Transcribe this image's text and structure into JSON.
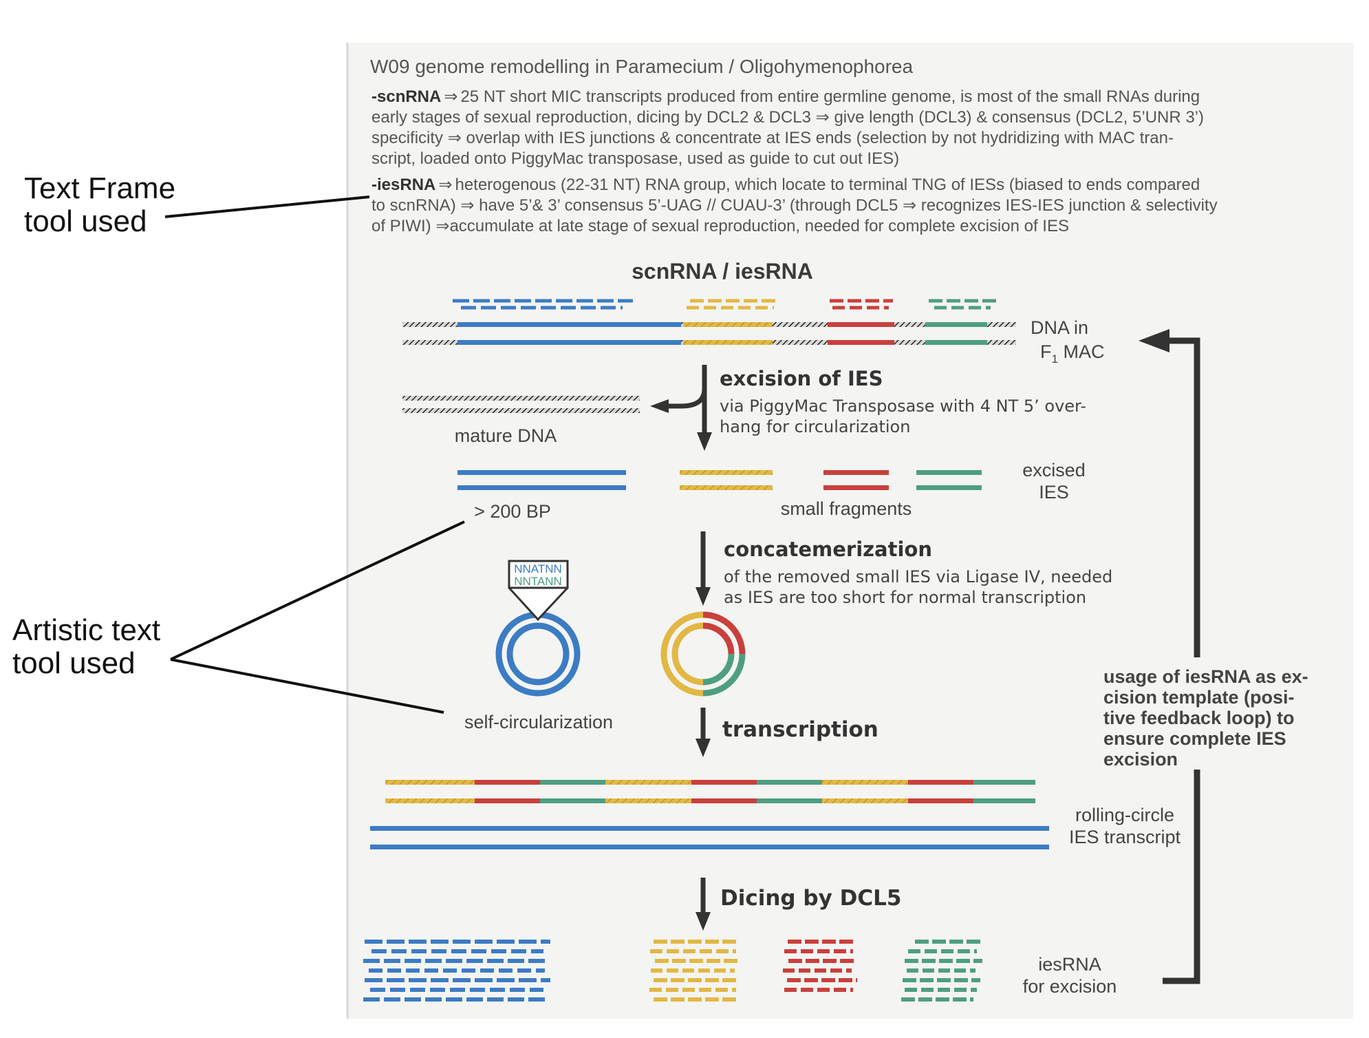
{
  "annotations": {
    "text_frame": [
      "Text Frame",
      "tool used"
    ],
    "artistic_text": [
      "Artistic text",
      "tool used"
    ]
  },
  "poster": {
    "header": "W09 genome remodelling in Paramecium / Oligohymenophorea",
    "scnrna_term": "-scnRNA",
    "scnrna_lines": [
      "25 NT short MIC transcripts produced from entire germline genome, is most of the small RNAs during",
      "early stages of sexual reproduction, dicing by DCL2 & DCL3 ⇒ give length (DCL3) & consensus (DCL2, 5’UNR 3’)",
      "specificity ⇒ overlap with IES junctions & concentrate at IES ends (selection by not hydridizing with MAC tran-",
      "script, loaded onto PiggyMac transposase, used as guide to cut out IES)"
    ],
    "iesrna_term": "-iesRNA",
    "iesrna_lines": [
      "heterogenous (22-31 NT) RNA group, which locate to terminal TNG of IESs (biased to ends compared",
      "to scnRNA)  ⇒ have 5’& 3’ consensus 5’-UAG // CUAU-3’ (through DCL5 ⇒ recognizes IES-IES junction & selectivity",
      "of PIWI) ⇒accumulate at late stage of sexual reproduction, needed for complete excision of IES"
    ],
    "arrow_symbol": "⇒"
  },
  "diagram": {
    "title": "scnRNA / iesRNA",
    "dna_label_line1": "DNA in",
    "dna_label_line2": "F",
    "dna_label_sub": "1",
    "dna_label_suffix": " MAC",
    "step_excision_title": "excision of IES",
    "step_excision_desc": [
      "via PiggyMac Transposase with 4 NT 5’ over-",
      "hang for circularization"
    ],
    "mature_dna": "mature DNA",
    "excised_ies": [
      "excised",
      "IES"
    ],
    "over_200": "> 200 BP",
    "small_fragments": "small fragments",
    "step_concat_title": "concatemerization",
    "step_concat_desc": [
      "of the removed small IES via Ligase IV, needed",
      "as IES are too short for normal transcription"
    ],
    "junction_seq": [
      "NNATNN",
      "NNTANN"
    ],
    "self_circ": "self-circularization",
    "step_transcription": "transcription",
    "rolling_circle": [
      "rolling-circle",
      "IES transcript"
    ],
    "step_dicing": "Dicing by DCL5",
    "iesrna_excision": [
      "iesRNA",
      "for excision"
    ],
    "feedback": [
      "usage of iesRNA as ex-",
      "cision template (posi-",
      "tive feedback loop) to",
      "ensure complete IES",
      "excision"
    ]
  },
  "colors": {
    "blue": "#3c7cc4",
    "yellow": "#e2b845",
    "red": "#c9403c",
    "green": "#4f9e82",
    "dark": "#333333",
    "paper": "#f4f4f2"
  }
}
